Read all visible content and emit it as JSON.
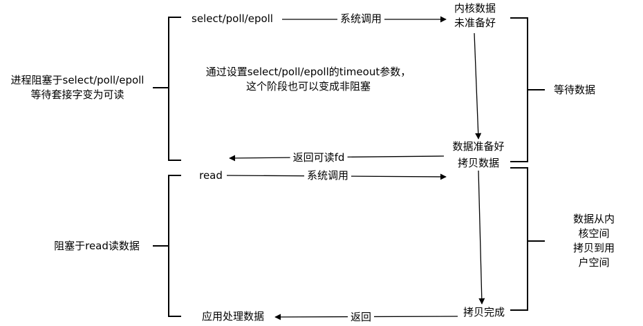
{
  "phase_wait": {
    "left_label": "进程阻塞于select/poll/epoll\n等待套接字变为可读",
    "right_label": "等待数据",
    "call_label": "select/poll/epoll",
    "syscall_label": "系统调用",
    "kernel_not_ready": "内核数据\n未准备好",
    "timeout_note": "通过设置select/poll/epoll的timeout参数，\n这个阶段也可以变成非阻塞",
    "kernel_ready": "数据准备好",
    "return_label": "返回可读fd"
  },
  "phase_copy": {
    "left_label": "阻塞于read读数据",
    "right_label": "数据从内核空间\n拷贝到用户空间",
    "call_label": "read",
    "syscall_label": "系统调用",
    "copy_start": "拷贝数据",
    "copy_done": "拷贝完成",
    "return_label": "返回",
    "process_label": "应用处理数据"
  },
  "colors": {
    "stroke": "#000000",
    "background": "#ffffff"
  }
}
